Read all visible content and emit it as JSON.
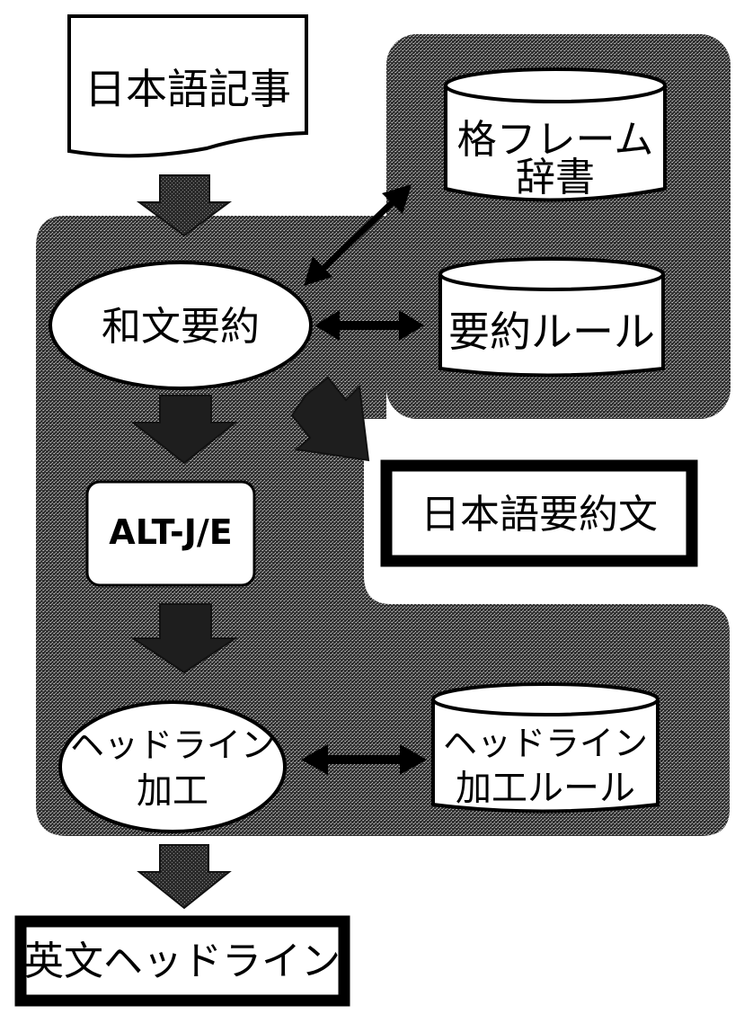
{
  "diagram": {
    "title": "Japanese-to-English headline generation flow",
    "colors": {
      "panel": "#3a3a3a",
      "panel_dots": "#9a9a9a",
      "node_fill": "#ffffff",
      "stroke": "#000000",
      "arrow": "#2a2a2a"
    },
    "nodes": {
      "input_doc": {
        "label": "日本語記事",
        "shape": "document"
      },
      "case_frame_dict": {
        "line1": "格フレーム",
        "line2": "辞書",
        "shape": "database"
      },
      "summarize": {
        "label": "和文要約",
        "shape": "ellipse"
      },
      "summary_rules": {
        "label": "要約ルール",
        "shape": "database"
      },
      "summary_output": {
        "label": "日本語要約文",
        "shape": "framed-box"
      },
      "translator": {
        "label": "ALT-J/E",
        "shape": "rounded-box"
      },
      "headline_proc": {
        "line1": "ヘッドライン",
        "line2": "加工",
        "shape": "ellipse"
      },
      "headline_rules": {
        "line1": "ヘッドライン",
        "line2": "加工ルール",
        "shape": "database"
      },
      "output_headline": {
        "label": "英文ヘッドライン",
        "shape": "framed-box"
      }
    },
    "edges": [
      {
        "from": "input_doc",
        "to": "summarize",
        "type": "flow"
      },
      {
        "from": "summarize",
        "to": "case_frame_dict",
        "type": "bidirectional"
      },
      {
        "from": "summarize",
        "to": "summary_rules",
        "type": "bidirectional"
      },
      {
        "from": "summarize",
        "to": "translator",
        "type": "flow"
      },
      {
        "from": "summarize",
        "to": "summary_output",
        "type": "output"
      },
      {
        "from": "translator",
        "to": "headline_proc",
        "type": "flow"
      },
      {
        "from": "headline_proc",
        "to": "headline_rules",
        "type": "bidirectional"
      },
      {
        "from": "headline_proc",
        "to": "output_headline",
        "type": "flow"
      }
    ]
  }
}
